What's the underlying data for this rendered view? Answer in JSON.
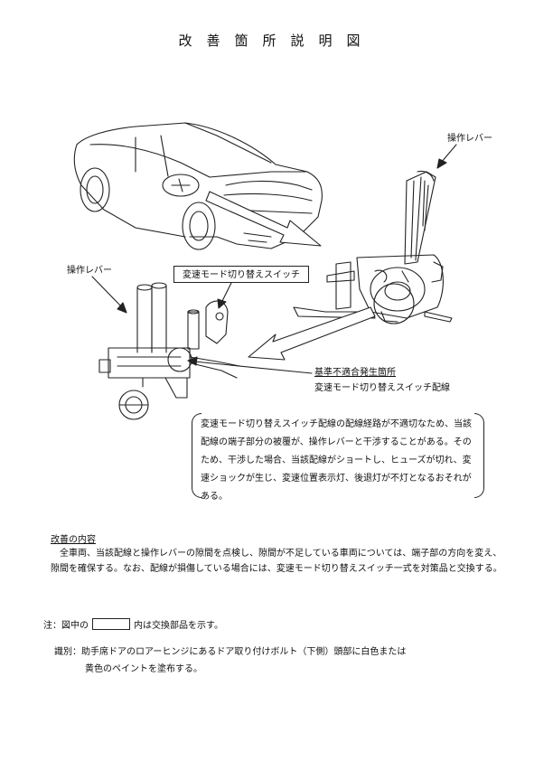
{
  "title": "改善箇所説明図",
  "labels": {
    "lever_top": "操作レバー",
    "lever_left": "操作レバー",
    "part_box": "変速モード切り替えスイッチ",
    "defect_title": "基準不適合発生箇所",
    "defect_sub": "変速モード切り替えスイッチ配線"
  },
  "callout": {
    "text": "変速モード切り替えスイッチ配線の配線経路が不適切なため、当該配線の端子部分の被覆が、操作レバーと干渉することがある。そのため、干渉した場合、当該配線がショートし、ヒューズが切れ、変速ショックが生じ、変速位置表示灯、後退灯が不灯となるおそれがある。"
  },
  "improvement": {
    "heading": "改善の内容",
    "body": "全車両、当該配線と操作レバーの隙間を点検し、隙間が不足している車両については、端子部の方向を変え、隙間を確保する。なお、配線が損傷している場合には、変速モード切り替えスイッチ一式を対策品と交換する。"
  },
  "note": {
    "prefix": "注：図中の",
    "suffix": "内は交換部品を示す。"
  },
  "identification": {
    "line1": "識別：助手席ドアのロアーヒンジにあるドア取り付けボルト（下側）頭部に白色または",
    "line2": "黄色のペイントを塗布する。"
  }
}
